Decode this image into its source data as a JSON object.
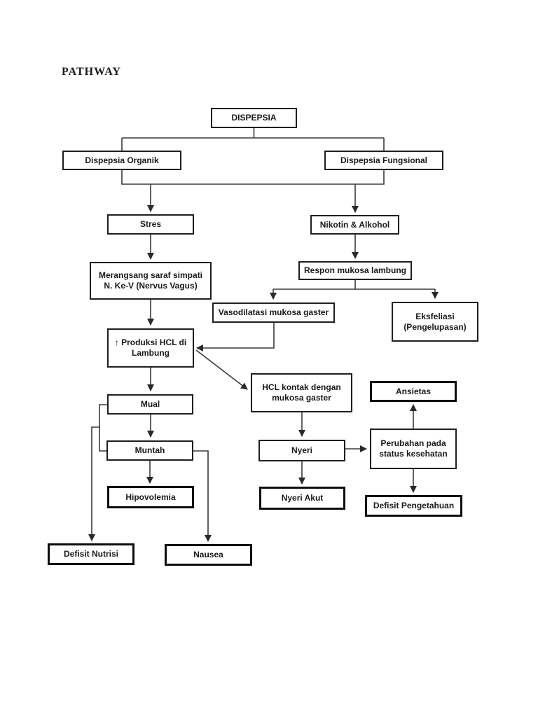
{
  "page": {
    "title": "PATHWAY"
  },
  "colors": {
    "background": "#ffffff",
    "box_border": "#1f1f1f",
    "bold_box_border": "#0d0d0d",
    "connector": "#3a3a3a",
    "text": "#191919"
  },
  "nodes": {
    "dispepsia": {
      "label": "DISPEPSIA"
    },
    "dispepsia_organik": {
      "label": "Dispepsia Organik"
    },
    "dispepsia_fungsional": {
      "label": "Dispepsia Fungsional"
    },
    "stres": {
      "label": "Stres"
    },
    "nikotin_alkohol": {
      "label": "Nikotin & Alkohol"
    },
    "merangsang_saraf": {
      "label": "Merangsang saraf simpati\nN. Ke-V (Nervus Vagus)"
    },
    "respon_mukosa": {
      "label": "Respon mukosa lambung"
    },
    "vasodilatasi": {
      "label": "Vasodilatasi mukosa gaster"
    },
    "eksfeliasi": {
      "label": "Eksfeliasi\n(Pengelupasan)"
    },
    "produksi_hcl": {
      "label": "↑ Produksi HCL di\nLambung"
    },
    "mual": {
      "label": "Mual"
    },
    "muntah": {
      "label": "Muntah"
    },
    "hipovolemia": {
      "label": "Hipovolemia"
    },
    "hcl_kontak": {
      "label": "HCL kontak dengan\nmukosa gaster"
    },
    "nyeri": {
      "label": "Nyeri"
    },
    "nyeri_akut": {
      "label": "Nyeri Akut"
    },
    "ansietas": {
      "label": "Ansietas"
    },
    "perubahan_status": {
      "label": "Perubahan pada\nstatus kesehatan"
    },
    "defisit_pengetahuan": {
      "label": "Defisit Pengetahuan"
    },
    "defisit_nutrisi": {
      "label": "Defisit Nutrisi"
    },
    "nausea": {
      "label": "Nausea"
    }
  }
}
